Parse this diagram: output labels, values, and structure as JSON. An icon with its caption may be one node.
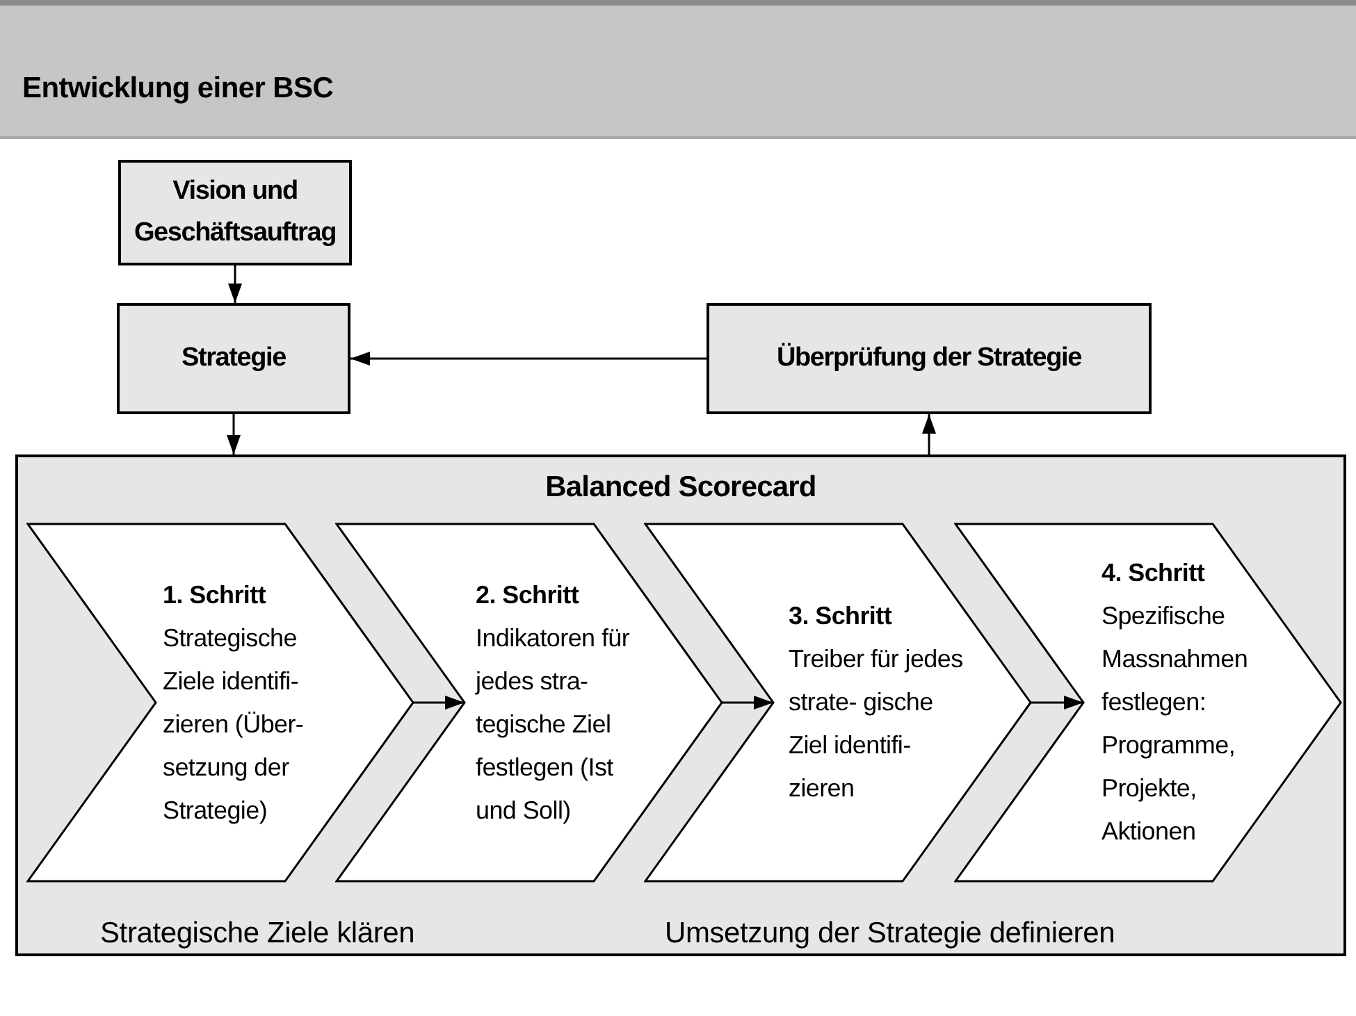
{
  "diagram": {
    "title": "Entwicklung einer BSC",
    "nodes": [
      {
        "text": [
          "Vision und Geschäftsauftrag"
        ]
      },
      {
        "text": [
          "Strategie"
        ]
      },
      {
        "text": [
          "Überprüfung der Strategie"
        ]
      },
      {
        "text": [
          "Balanced Scorecard",
          "Strategische Ziele klären",
          "Umsetzung der Strategie definieren"
        ]
      },
      {
        "text": [
          "1. Schritt",
          "Strategische Ziele identifi- zieren (Über- setzung der Strategie)"
        ],
        "in": 3
      },
      {
        "text": [
          "2. Schritt",
          "Indikatoren für jedes stra- tegische Ziel festlegen (Ist und Soll)"
        ],
        "in": 3
      },
      {
        "text": [
          "3. Schritt",
          "Treiber für jedes strate- gische Ziel identifi- zieren"
        ],
        "in": 3
      },
      {
        "text": [
          "4. Schritt",
          "Spezifische Massnahmen festlegen: Programme, Projekte, Aktionen"
        ],
        "in": 3
      }
    ],
    "edges": [
      {
        "from": 0,
        "to": 1,
        "arrow": "to"
      },
      {
        "from": 2,
        "to": 1,
        "arrow": "to"
      },
      {
        "from": 1,
        "to": 3,
        "arrow": "to"
      },
      {
        "from": 3,
        "to": 2,
        "arrow": "to"
      },
      {
        "from": 4,
        "to": 5,
        "arrow": "to"
      },
      {
        "from": 5,
        "to": 6,
        "arrow": "to"
      },
      {
        "from": 6,
        "to": 7,
        "arrow": "to"
      }
    ]
  }
}
